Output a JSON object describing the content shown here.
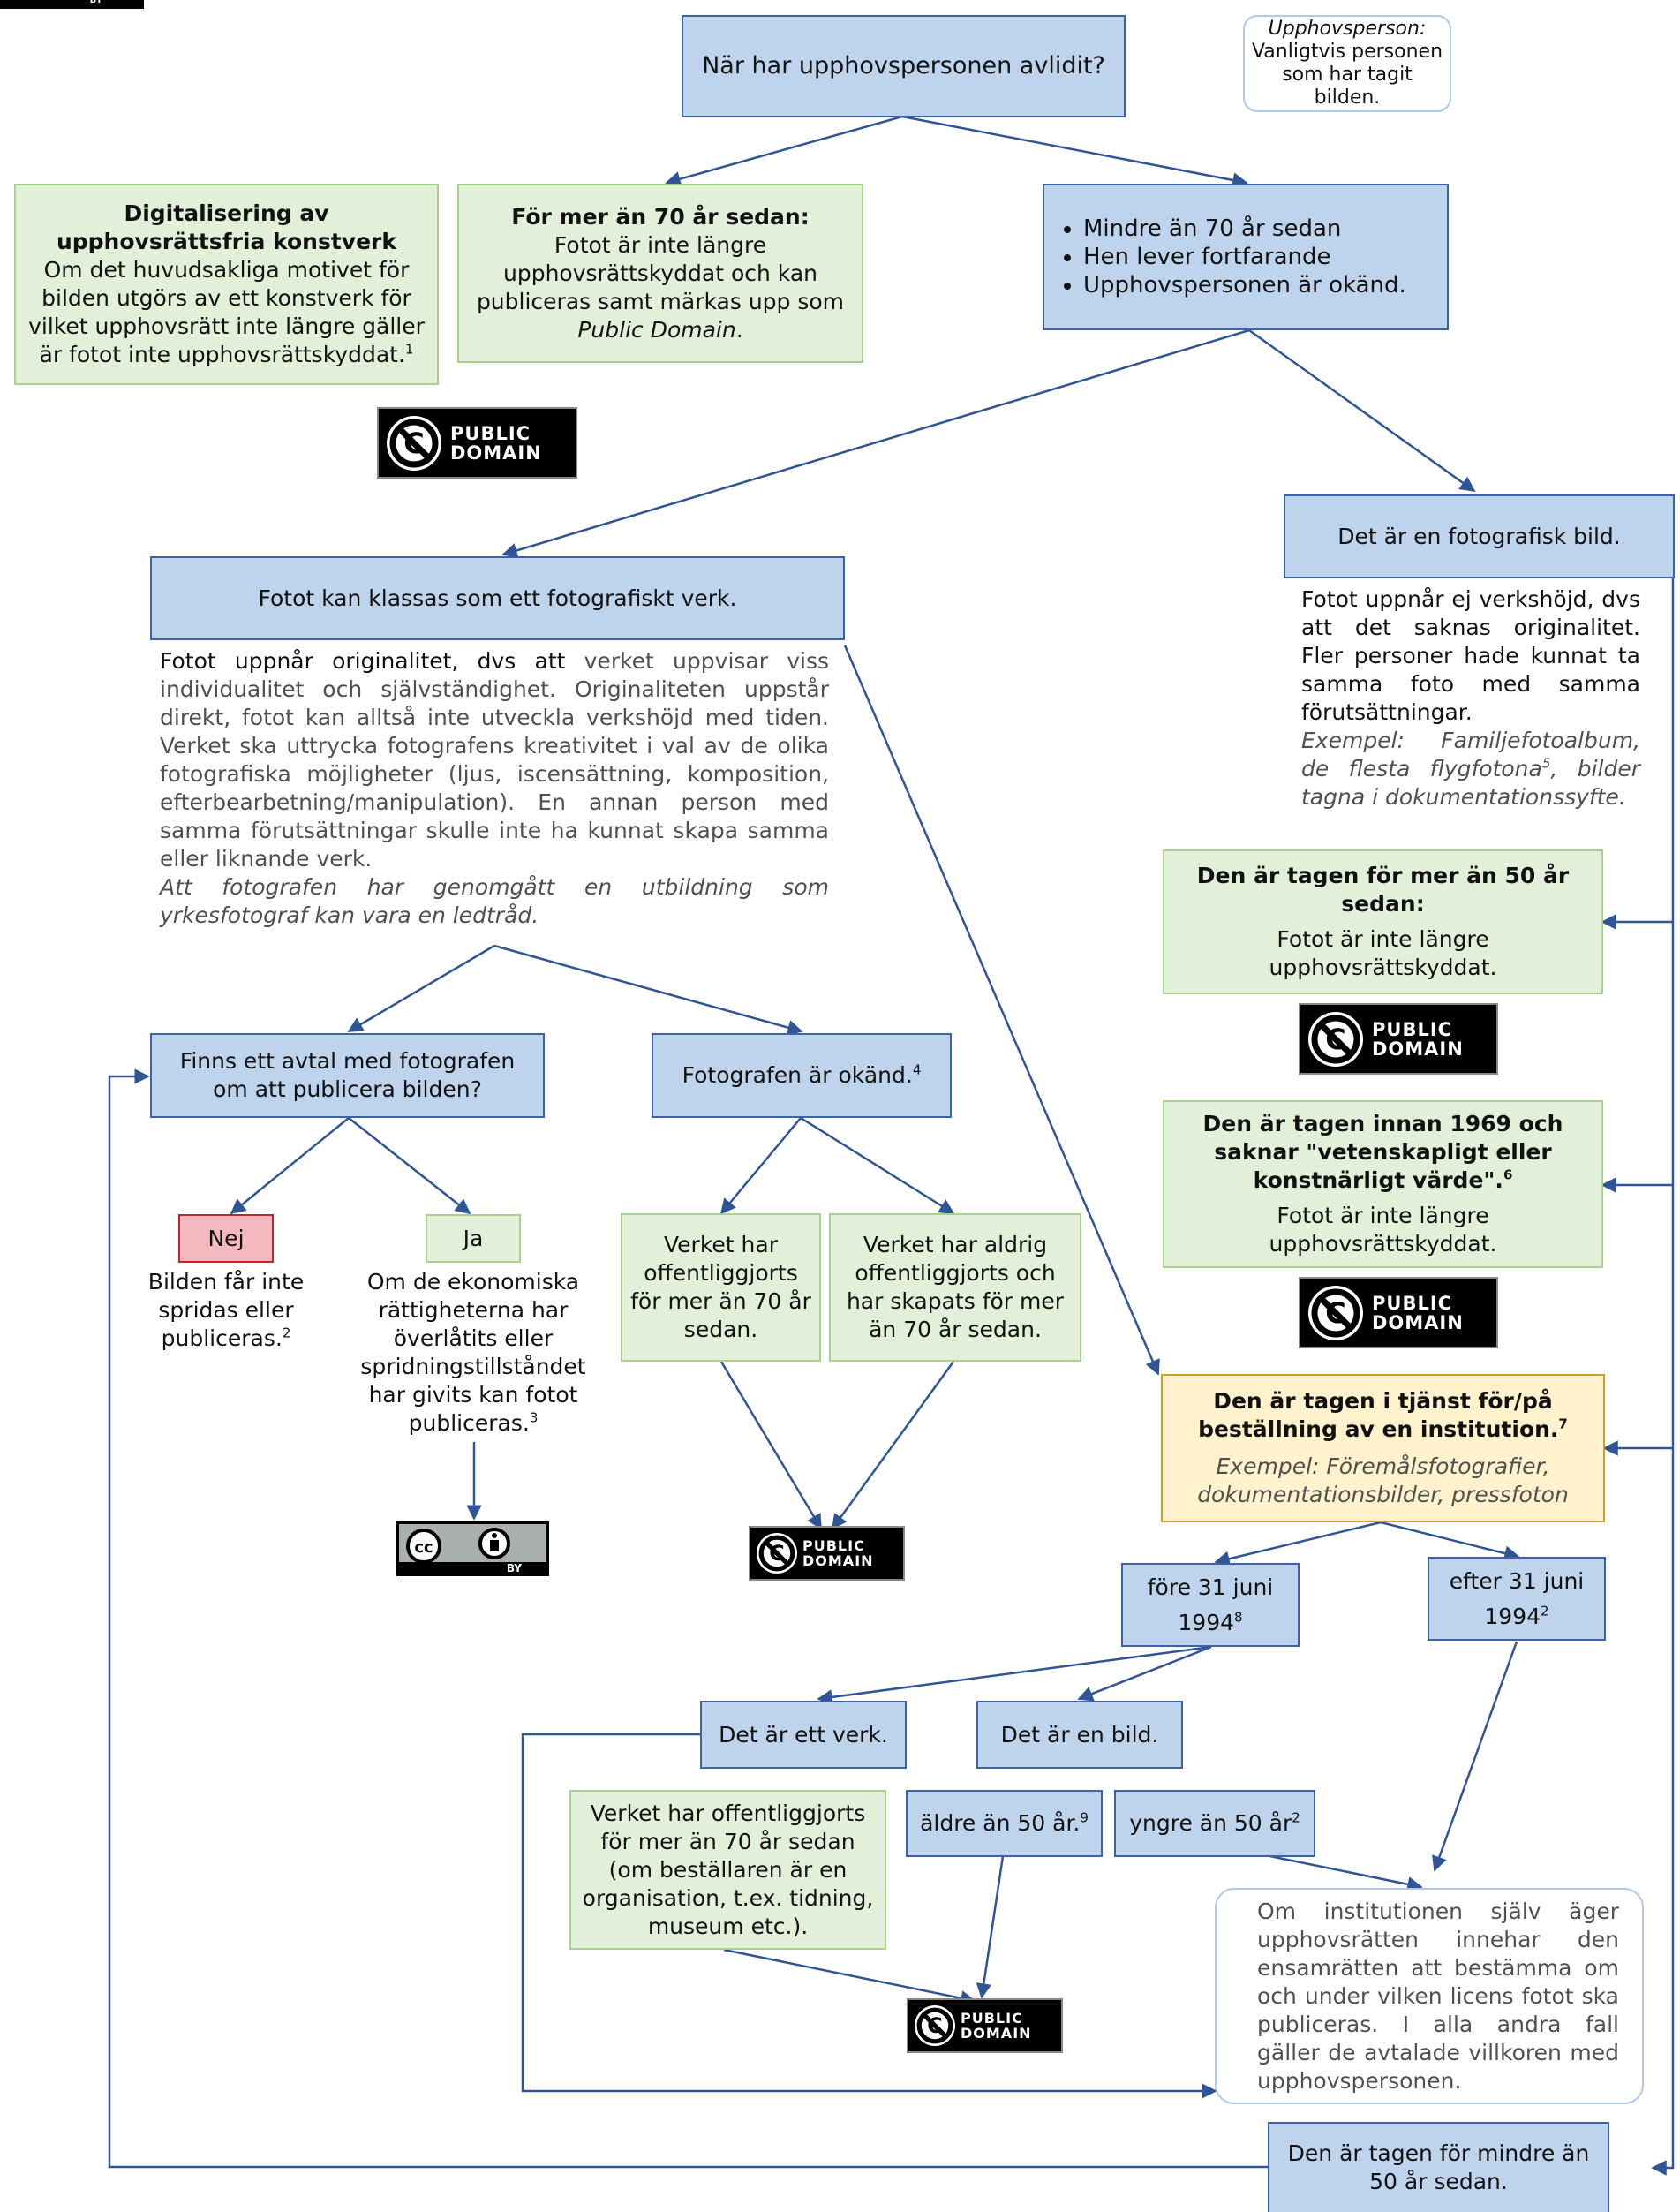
{
  "top_license_fragment": "BY",
  "question": "När har upphovspersonen avlidit?",
  "note_author": {
    "title": "Upphovsperson:",
    "text": "Vanligtvis personen som har tagit bilden."
  },
  "digitalization": {
    "title": "Digitalisering av upphovsrättsfria konstverk",
    "text": "Om det huvudsakliga motivet för bilden utgörs av ett konstverk för vilket upphovsrätt inte längre gäller är fotot inte upphovsrättskyddat.",
    "ref": "1"
  },
  "over70": {
    "title": "För mer än 70 år sedan:",
    "text": "Fotot är inte längre upphovsrättskyddat och kan publiceras samt märkas upp som",
    "italic": "Public Domain",
    "end": "."
  },
  "under70": {
    "items": [
      "Mindre än 70 år sedan",
      "Hen lever fortfarande",
      "Upphovspersonen är okänd."
    ]
  },
  "work_branch": {
    "header": "Fotot kan klassas som ett fotografiskt verk.",
    "text_lead": "Fotot uppnår originalitet, dvs att",
    "text_rest": "verket uppvisar viss individualitet och självständighet. Originaliteten uppstår direkt, fotot kan alltså inte utveckla verkshöjd med tiden. Verket ska uttrycka fotografens kreativitet i val av de olika fotografiska möjligheter (ljus, iscensättning, komposition, efterbearbetning/manipulation). En annan person med samma förutsättningar skulle inte ha kunnat skapa samma eller liknande verk.",
    "hint": "Att fotografen har genomgått en utbildning som yrkesfotograf kan vara en ledtråd."
  },
  "photo_branch": {
    "header": "Det är en fotografisk bild.",
    "text": "Fotot uppnår ej verkshöjd, dvs att det saknas originalitet. Fler personer hade kunnat ta samma foto med samma förutsättningar.",
    "example_a": "Exempel: Familjefotoalbum, de flesta flygfotona",
    "example_ref": "5",
    "example_b": ", bilder tagna i dokumentationssyfte."
  },
  "agreement": {
    "question": "Finns ett avtal med fotografen om att publicera bilden?"
  },
  "no": {
    "label": "Nej",
    "text": "Bilden får inte spridas eller publiceras.",
    "ref": "2"
  },
  "yes": {
    "label": "Ja",
    "text": "Om de ekonomiska rättigheterna har överlåtits eller spridningstillståndet har givits kan fotot publiceras.",
    "ref": "3"
  },
  "unknown": {
    "text": "Fotografen är okänd.",
    "ref": "4"
  },
  "published70": {
    "text": "Verket har offentliggjorts för mer än 70 år sedan."
  },
  "never_published": {
    "text": "Verket har aldrig offentliggjorts och har skapats för mer än 70 år sedan."
  },
  "over50": {
    "title": "Den är tagen för mer än 50 år sedan:",
    "text": "Fotot är inte längre upphovsrättskyddat."
  },
  "before1969": {
    "title": "Den är tagen innan 1969 och saknar \"vetenskapligt eller konstnärligt värde\".",
    "ref": "6",
    "text": "Fotot är inte längre upphovsrättskyddat."
  },
  "service": {
    "title": "Den är tagen i tjänst för/på beställning av en institution.",
    "ref": "7",
    "example": "Exempel: Föremålsfotografier, dokumentationsbilder, pressfoton"
  },
  "before_date": {
    "line1": "före 31 juni",
    "line2": "1994",
    "ref": "8"
  },
  "after_date": {
    "line1": "efter 31 juni",
    "line2": "1994",
    "ref": "2"
  },
  "is_work": {
    "text": "Det är ett verk."
  },
  "is_image": {
    "text": "Det är en bild."
  },
  "work_published": {
    "text": "Verket har offentliggjorts för mer än 70 år sedan (om beställaren är en organisation, t.ex. tidning, museum etc.)."
  },
  "older50": {
    "text": "äldre än 50 år.",
    "ref": "9"
  },
  "younger50": {
    "text": "yngre än 50 år",
    "ref": "2"
  },
  "institution_note": {
    "text": "Om institutionen själv äger upphovsrätten innehar den ensamrätten att bestämma om och under vilken licens fotot ska publiceras. I alla andra fall gäller de avtalade villkoren med upphovspersonen."
  },
  "under50": {
    "text": "Den är tagen för mindre än 50 år sedan."
  },
  "badges": {
    "pd_line1": "PUBLIC",
    "pd_line2": "DOMAIN",
    "cc_by": "BY"
  },
  "colors": {
    "blue_fill": "#bed3ec",
    "blue_border": "#3e62a6",
    "green_fill": "#e2efd9",
    "green_border": "#a9d18e",
    "yellow_fill": "#fff2cc",
    "yellow_border": "#c9a227",
    "red_fill": "#f4b9bf",
    "red_border": "#c8202c",
    "connector": "#2f5597"
  }
}
